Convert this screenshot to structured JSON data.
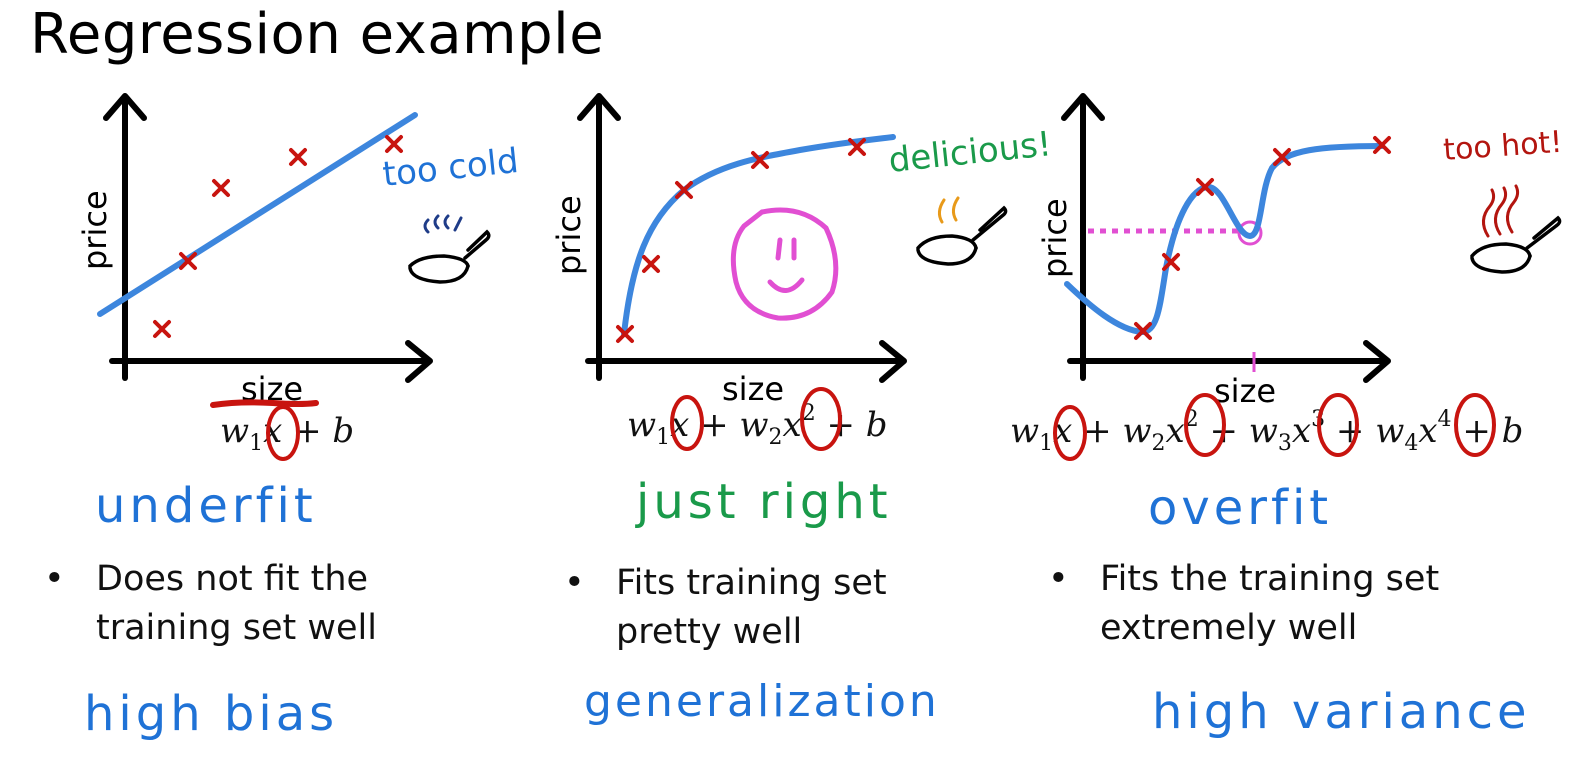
{
  "title": "Regression example",
  "colors": {
    "axis": "#000000",
    "curve": "#3d86dd",
    "marker": "#c8140f",
    "blue_ink": "#1f72d6",
    "green_ink": "#1a9a4a",
    "red_ink": "#b3150f",
    "magenta_ink": "#e14fd2",
    "orange_ink": "#e89a1a"
  },
  "panels": [
    {
      "id": "underfit",
      "y_axis_label": "price",
      "x_axis_label": "size",
      "formula": {
        "terms": [
          "w",
          "1",
          "x",
          " + b"
        ]
      },
      "note": "too cold",
      "fit_label": "underfit",
      "bullet": [
        "Does not fit the",
        "training set well"
      ],
      "diagnosis": "high bias"
    },
    {
      "id": "just-right",
      "y_axis_label": "price",
      "x_axis_label": "size",
      "formula_text": [
        "w",
        "1",
        "x",
        " + w",
        "2",
        "x",
        "2",
        " + b"
      ],
      "note": "delicious!",
      "fit_label": "just right",
      "bullet": [
        "Fits training set",
        "pretty well"
      ],
      "diagnosis": "generalization"
    },
    {
      "id": "overfit",
      "y_axis_label": "price",
      "x_axis_label": "size",
      "formula_text": [
        "w",
        "1",
        "x",
        " + w",
        "2",
        "x",
        "2",
        " + w",
        "3",
        "x",
        "3",
        " + w",
        "4",
        "x",
        "4",
        " + b"
      ],
      "note": "too hot!",
      "fit_label": "overfit",
      "bullet": [
        "Fits the training set",
        "extremely well"
      ],
      "diagnosis": "high variance"
    }
  ]
}
